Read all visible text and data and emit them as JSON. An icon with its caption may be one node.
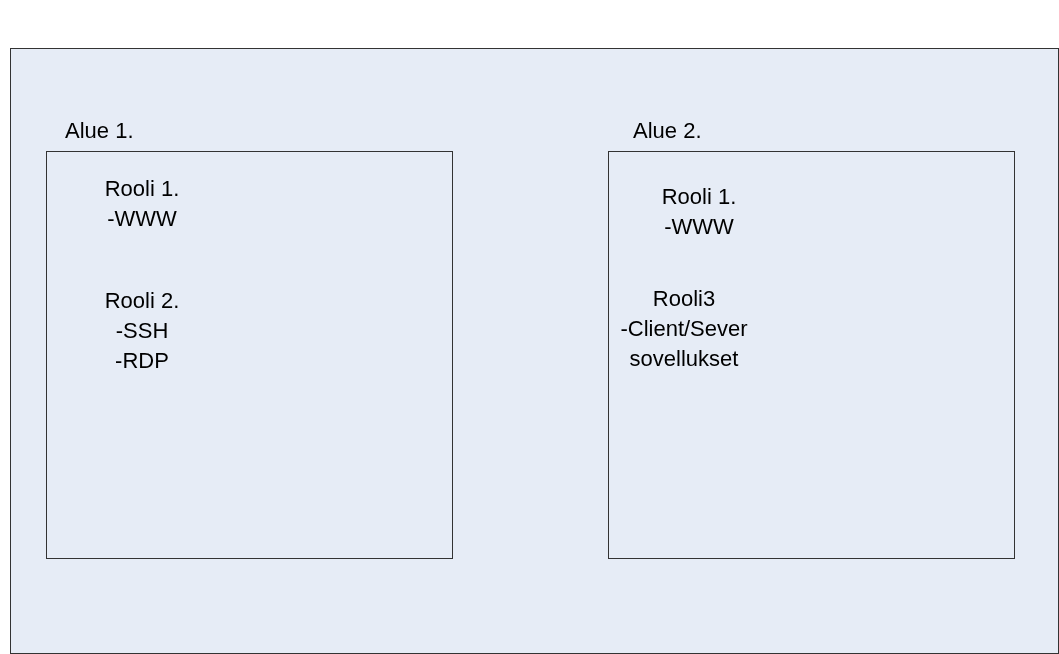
{
  "diagram": {
    "nodes": [
      {
        "text": [],
        "shape": "box"
      },
      {
        "text": [
          "Alue 1.",
          "Rooli 1. -WWW",
          "Rooli 2. -SSH -RDP"
        ],
        "in": 0
      },
      {
        "text": [
          "Alue 2.",
          "Rooli 1. -WWW",
          "Rooli3 -Client/Sever sovellukset"
        ],
        "in": 0
      }
    ]
  }
}
